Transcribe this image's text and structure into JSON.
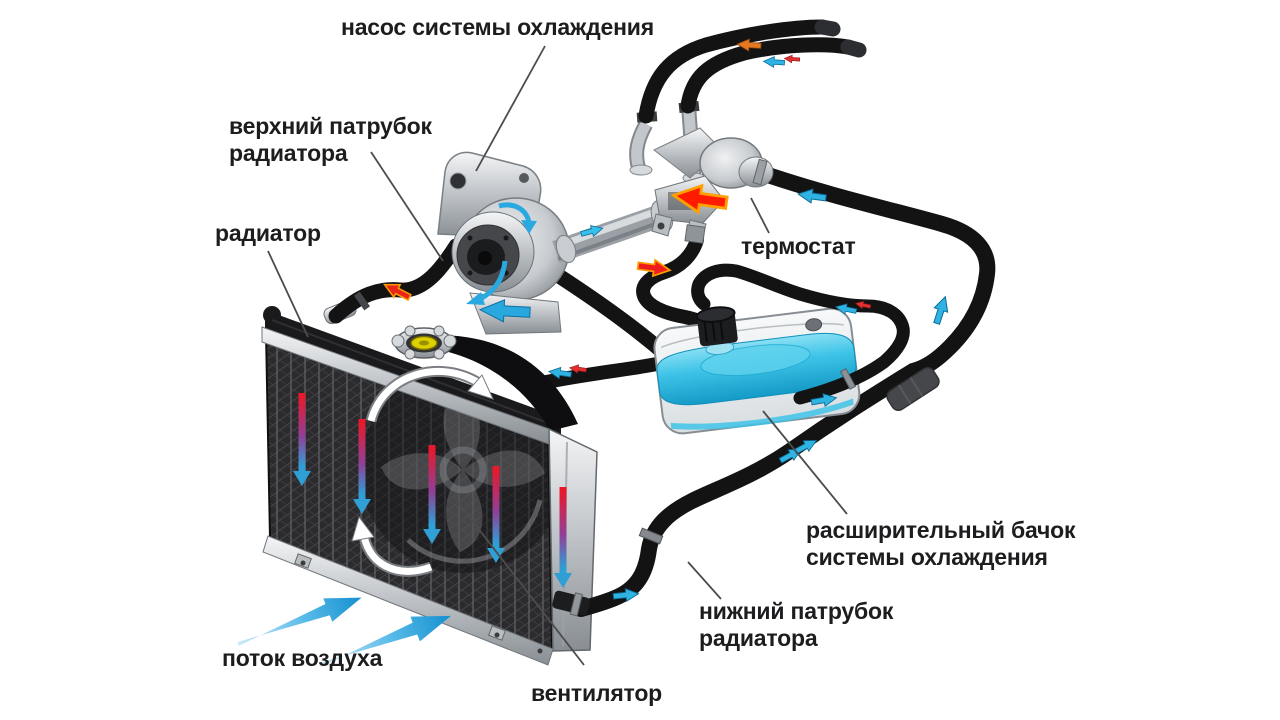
{
  "labels": {
    "pump": "насос системы охлаждения",
    "upper_hose": "верхний патрубок\nрадиатора",
    "radiator": "радиатор",
    "thermostat": "термостат",
    "expansion_tank": "расширительный бачок\nсистемы охлаждения",
    "lower_hose": "нижний патрубок\nрадиатора",
    "airflow": "поток воздуха",
    "fan": "вентилятор"
  },
  "colors": {
    "background": "#ffffff",
    "hose_black": "#131314",
    "hot_red": "#e8192c",
    "cold_blue": "#2f9fd6",
    "cyan_arrow": "#2fb3e3",
    "orange_arrow": "#e87920",
    "big_red_arrow": "#ff1b00",
    "tank_coolant_cyan": "#3fc4e8",
    "radiator_cap_yellow": "#e0d000",
    "label_text": "#1d1d1f",
    "leader_line": "#4c4c4c"
  }
}
